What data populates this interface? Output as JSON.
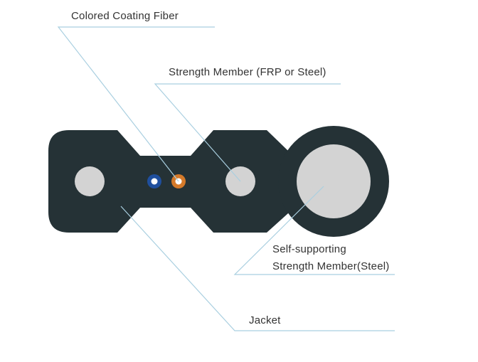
{
  "labels": {
    "colored_coating_fiber": "Colored Coating Fiber",
    "strength_member": "Strength Member (FRP or Steel)",
    "self_supporting_line1": "Self-supporting",
    "self_supporting_line2": "Strength Member(Steel)",
    "jacket": "Jacket"
  },
  "colors": {
    "jacket": "#253236",
    "strength_member": "#d3d3d3",
    "fiber_blue": "#1f4f9e",
    "fiber_orange": "#d57a2a",
    "leader_line": "#a9cfe0"
  }
}
